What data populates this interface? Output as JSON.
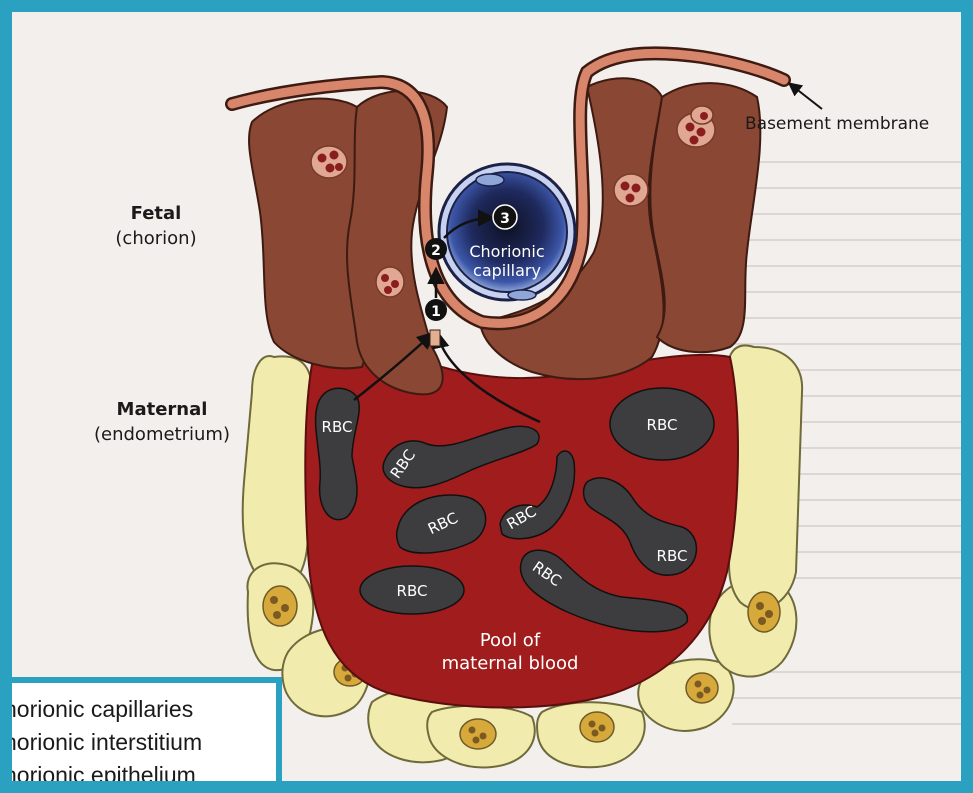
{
  "labels": {
    "basement_membrane": "Basement membrane",
    "fetal": "Fetal",
    "fetal_sub": "(chorion)",
    "maternal": "Maternal",
    "maternal_sub": "(endometrium)",
    "chorionic_capillary_1": "Chorionic",
    "chorionic_capillary_2": "capillary",
    "pool_1": "Pool of",
    "pool_2": "maternal blood",
    "rbc": "RBC",
    "step_1": "1",
    "step_2": "2",
    "step_3": "3"
  },
  "legend": {
    "items": [
      "horionic capillaries",
      "horionic interstitium",
      "horionic epithelium"
    ]
  },
  "colors": {
    "frame": "#2aa1c0",
    "fetal_tissue": "#8a4733",
    "membrane": "#d8866b",
    "maternal_blood": "#a11c1c",
    "endometrium": "#f1ecae",
    "rbc": "#3d3d40",
    "capillary": "#26306e"
  }
}
